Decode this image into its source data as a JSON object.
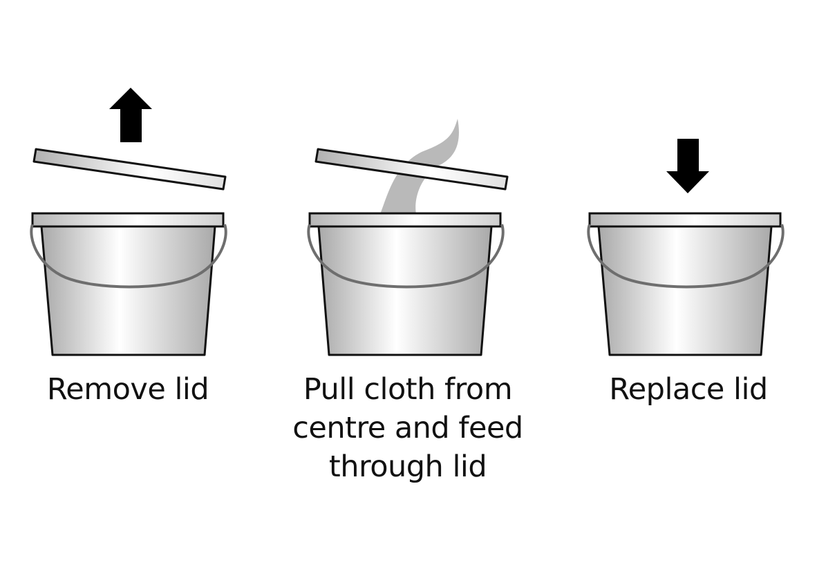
{
  "steps": [
    {
      "icon": "bucket-lid-removed-icon",
      "arrow": "arrow-up-icon",
      "label_lines": [
        "Remove lid"
      ]
    },
    {
      "icon": "bucket-cloth-feed-icon",
      "arrow": "",
      "label_lines": [
        "Pull cloth from",
        "centre and feed",
        "through lid"
      ]
    },
    {
      "icon": "bucket-lid-replaced-icon",
      "arrow": "arrow-down-icon",
      "label_lines": [
        "Replace lid"
      ]
    }
  ],
  "colors": {
    "outline": "#111111",
    "handle": "#6e6e6e",
    "cloth": "#b9b9b9",
    "arrow": "#000000",
    "bucket_gradient": [
      "#a9a9a9",
      "#ffffff",
      "#a9a9a9"
    ]
  }
}
